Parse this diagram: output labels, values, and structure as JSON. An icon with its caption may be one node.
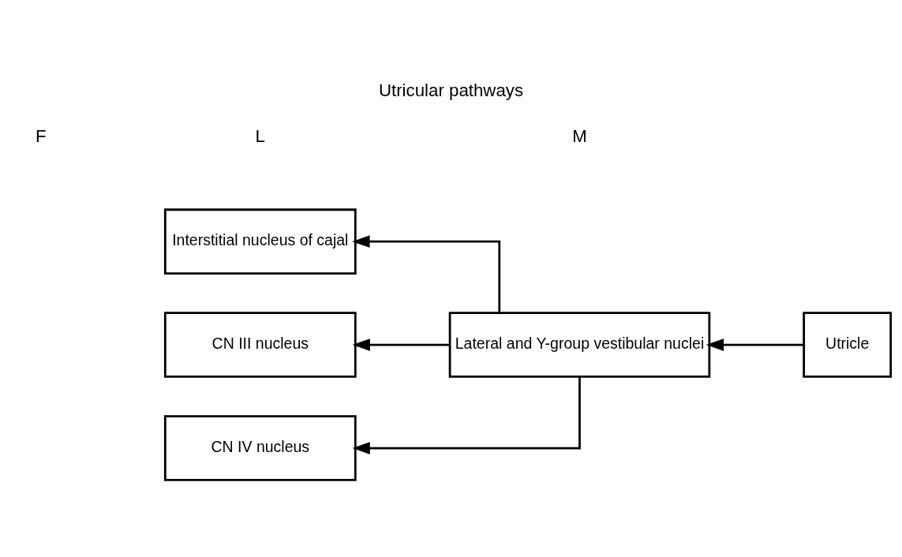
{
  "diagram": {
    "title": "Utricular pathways",
    "nodes": [
      {
        "text": [
          "Interstitial nucleus of cajal"
        ]
      },
      {
        "text": [
          "CN III nucleus"
        ]
      },
      {
        "text": [
          "CN IV nucleus"
        ]
      },
      {
        "text": [
          "Lateral and Y-group vestibular nuclei"
        ]
      },
      {
        "text": [
          "Utricle"
        ]
      }
    ],
    "edges": [
      {
        "from": 4,
        "to": 3,
        "arrow": "to"
      },
      {
        "from": 3,
        "to": 0,
        "arrow": "to"
      },
      {
        "from": 3,
        "to": 1,
        "arrow": "to"
      },
      {
        "from": 3,
        "to": 2,
        "arrow": "to"
      }
    ],
    "labels": [
      "M",
      "L",
      "F"
    ]
  }
}
